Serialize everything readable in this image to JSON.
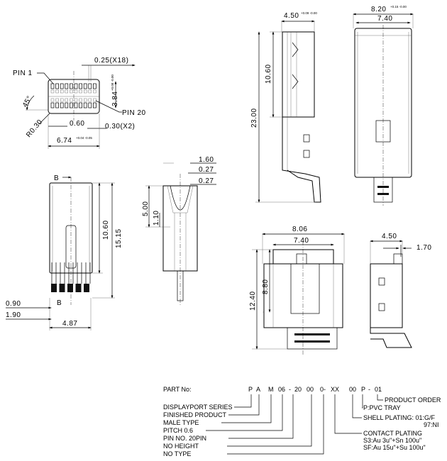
{
  "dimensions": {
    "pitch_x18": "0.25(X18)",
    "pin1": "PIN 1",
    "pin20": "PIN 20",
    "angle": "45°",
    "radius": "R0.30",
    "pitch_060": "0.60",
    "width_030_x2": "0.30(X2)",
    "height_384": "3.84",
    "height_384_tol": "+0.08 -0.00",
    "width_674": "6.74",
    "width_674_tol": "+0.04 -0.05",
    "side_width_450": "4.50",
    "side_width_450_tol": "+0.09 -0.00",
    "side_height_1060": "10.60",
    "side_height_2300": "23.00",
    "front_width_820": "8.20",
    "front_width_820_tol": "+0.15 -0.00",
    "front_width_740": "7.40",
    "pcb_label_b": "B",
    "pcb_height_1060": "10.60",
    "pcb_height_1515": "15.15",
    "pcb_090": "0.90",
    "pcb_190": "1.90",
    "pcb_487": "4.87",
    "pcb_label_b2": "B",
    "sec_160": "1.60",
    "sec_027a": "0.27",
    "sec_027b": "0.27",
    "sec_500": "5.00",
    "sec_110": "1.10",
    "bot_806": "8.06",
    "bot_740": "7.40",
    "bot_1240": "12.40",
    "bot_880": "8.80",
    "br_450": "4.50",
    "br_170": "1.70"
  },
  "part_number": {
    "label": "PART No:",
    "segments": [
      "P",
      "A",
      "M",
      "06",
      "-",
      "20",
      "00",
      "0-",
      "XX",
      "00",
      "P",
      "-",
      "01"
    ],
    "legend_left": [
      "DISPLAYPORT SERIES",
      "FINISHED PRODUCT",
      "MALE TYPE",
      "PITCH 0.6",
      "PIN NO. 20PIN",
      "NO HEIGHT",
      "NO TYPE"
    ],
    "legend_right": [
      "PRODUCT ORDER",
      "P:PVC TRAY",
      "SHELL PLATING: 01:G/F",
      "97:NI",
      "CONTACT PLATING",
      "S3:Au 3u\"+Sn 100u\"",
      "SF:Au 15u\"+Su 100u\""
    ]
  }
}
